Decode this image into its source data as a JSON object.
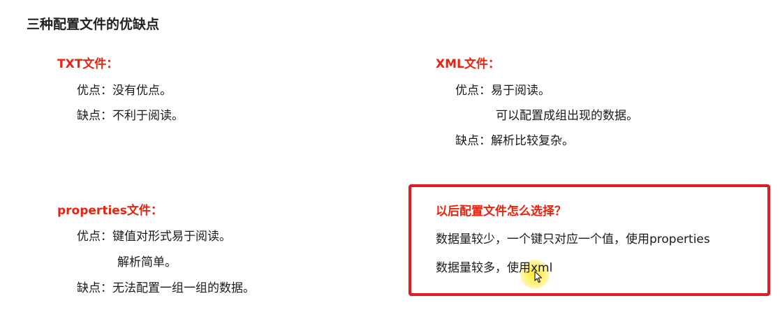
{
  "title": "三种配置文件的优缺点",
  "txt": {
    "heading": "TXT文件：",
    "pros_label": "优点：",
    "pros": [
      "没有优点。"
    ],
    "cons_label": "缺点：",
    "cons": [
      "不利于阅读。"
    ]
  },
  "xml": {
    "heading": "XML文件：",
    "pros_label": "优点：",
    "pros": [
      "易于阅读。",
      "可以配置成组出现的数据。"
    ],
    "cons_label": "缺点：",
    "cons": [
      "解析比较复杂。"
    ]
  },
  "properties": {
    "heading": "properties文件：",
    "pros_label": "优点：",
    "pros": [
      "键值对形式易于阅读。",
      "解析简单。"
    ],
    "cons_label": "缺点：",
    "cons": [
      "无法配置一组一组的数据。"
    ]
  },
  "choice": {
    "heading": "以后配置文件怎么选择？",
    "lines": [
      "数据量较少，一个键只对应一个值，使用properties",
      "数据量较多，使用xml"
    ]
  },
  "colors": {
    "heading_red": "#e8240f",
    "box_border": "#e01b22",
    "cursor_highlight": "#ffe600"
  }
}
